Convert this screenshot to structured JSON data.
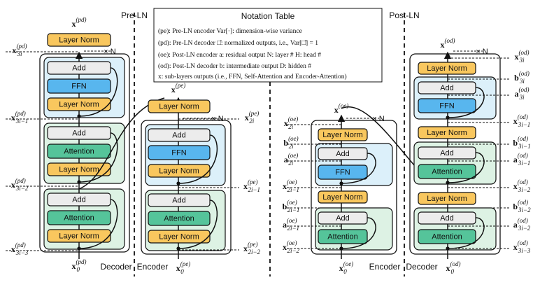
{
  "sections": {
    "pre_ln": "Pre-LN",
    "post_ln": "Post-LN",
    "decoder": "Decoder",
    "encoder": "Encoder"
  },
  "notation": {
    "title": "Notation Table",
    "rows": [
      "(pe): Pre-LN encoder   Var[·]: dimension-wise variance",
      "(pd): Pre-LN decoder   □̂: normalized outputs, i.e., Var[□̂] = 1",
      "(oe): Post-LN encoder   a: residual output   N: layer #   H: head #",
      "(od): Post-LN decoder   b: intermediate output   D: hidden #",
      "x: sub-layers outputs (i.e., FFN, Self-Attention and Encoder-Attention)"
    ]
  },
  "blocks": {
    "add": "Add",
    "ffn": "FFN",
    "attention": "Attention",
    "layer_norm": "Layer Norm"
  },
  "repeat_label": "× N",
  "colors": {
    "layer_norm": "#f9c75e",
    "ffn": "#58b6ee",
    "attention": "#55c49a",
    "add": "#ececec",
    "ffn_panel": "#dcf0fa",
    "attn_panel": "#ddf2e4"
  },
  "labels": {
    "pre_ln_decoder": {
      "top": [
        "x",
        "(pd)"
      ],
      "left": [
        [
          "x",
          "3i",
          "(pd)"
        ],
        [
          "x",
          "3i−1",
          "(pd)"
        ],
        [
          "x",
          "3i−2",
          "(pd)"
        ],
        [
          "x",
          "3i−3",
          "(pd)"
        ]
      ],
      "bottom": [
        "x",
        "0",
        "(pd)"
      ]
    },
    "pre_ln_encoder": {
      "top": [
        "x",
        "(pe)"
      ],
      "right": [
        [
          "x",
          "2i",
          "(pe)"
        ],
        [
          "x",
          "2i−1",
          "(pe)"
        ],
        [
          "x",
          "2i−2",
          "(pe)"
        ]
      ],
      "bottom": [
        "x",
        "0",
        "(pe)"
      ]
    },
    "post_ln_encoder": {
      "top": [
        "x",
        "(oe)"
      ],
      "left": [
        [
          "x",
          "2i",
          "(oe)"
        ],
        [
          "b",
          "2i",
          "(oe)"
        ],
        [
          "a",
          "2i",
          "(oe)"
        ],
        [
          "x",
          "2i−1",
          "(oe)"
        ],
        [
          "b",
          "2i−1",
          "(oe)"
        ],
        [
          "a",
          "2i−1",
          "(oe)"
        ],
        [
          "x",
          "2i−2",
          "(oe)"
        ]
      ],
      "bottom": [
        "x",
        "0",
        "(oe)"
      ]
    },
    "post_ln_decoder": {
      "top": [
        "x",
        "(od)"
      ],
      "right": [
        [
          "x",
          "3i",
          "(od)"
        ],
        [
          "b",
          "3i",
          "(od)"
        ],
        [
          "a",
          "3i",
          "(od)"
        ],
        [
          "x",
          "3i−1",
          "(od)"
        ],
        [
          "b",
          "3i−1",
          "(od)"
        ],
        [
          "a",
          "3i−1",
          "(od)"
        ],
        [
          "x",
          "3i−2",
          "(od)"
        ],
        [
          "b",
          "3i−2",
          "(od)"
        ],
        [
          "a",
          "3i−2",
          "(od)"
        ],
        [
          "x",
          "3i−3",
          "(od)"
        ]
      ],
      "bottom": [
        "x",
        "0",
        "(od)"
      ]
    }
  }
}
